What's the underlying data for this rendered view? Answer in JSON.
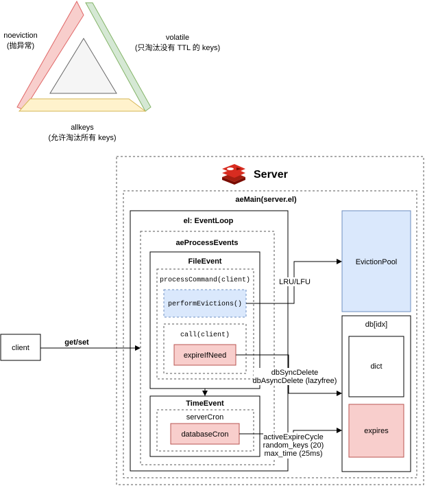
{
  "triangle": {
    "left_label": "noeviction",
    "left_sub": "(抛异常)",
    "right_label": "volatile",
    "right_sub": "(只淘汰没有 TTL 的 keys)",
    "bottom_label": "allkeys",
    "bottom_sub": "(允许淘汰所有 keys)"
  },
  "server": {
    "title": "Server",
    "aemain": "aeMain(server.el)",
    "eventloop": "el: EventLoop",
    "aeprocess": "aeProcessEvents",
    "file_event": "FileEvent",
    "process_command": "processCommand(client)",
    "perform_evictions": "performEvictions()",
    "call_client": "call(client)",
    "expire_if_need": "expireIfNeed",
    "time_event": "TimeEvent",
    "server_cron": "serverCron",
    "database_cron": "databaseCron",
    "eviction_pool": "EvictionPool",
    "db_idx": "db[idx]",
    "dict": "dict",
    "expires": "expires"
  },
  "client": {
    "label": "client",
    "get_set": "get/set"
  },
  "edges": {
    "lru_lfu": "LRU/LFU",
    "sync_delete": "dbSyncDelete",
    "async_delete": "dbAsyncDelete (lazyfree)",
    "active_expire": "activeExpireCycle",
    "random_keys": "random_keys (20)",
    "max_time": "max_time (25ms)"
  },
  "colors": {
    "red_fill": "#f8cecc",
    "red_stroke": "#e06666",
    "green_fill": "#d5e8d4",
    "green_stroke": "#82b366",
    "yellow_fill": "#fff2cc",
    "yellow_stroke": "#d6b656",
    "blue_fill": "#dae8fc",
    "blue_stroke": "#6c8ebf"
  }
}
